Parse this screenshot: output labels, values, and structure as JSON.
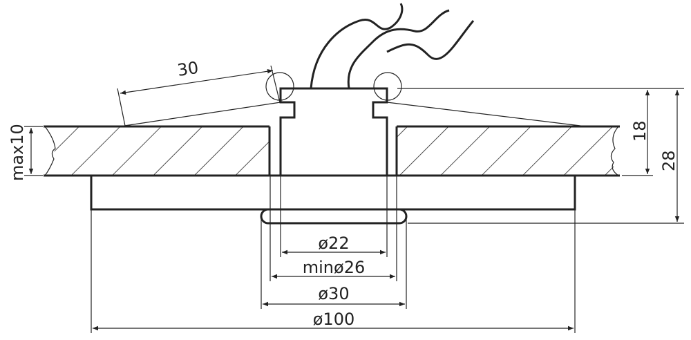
{
  "dimensions": {
    "angle_length": "30",
    "max_thickness": "max10",
    "height_18": "18",
    "height_28": "28",
    "d22": "ø22",
    "min_d26": "minø26",
    "d30": "ø30",
    "d100": "ø100"
  },
  "colors": {
    "line": "#222222",
    "background": "#ffffff"
  }
}
